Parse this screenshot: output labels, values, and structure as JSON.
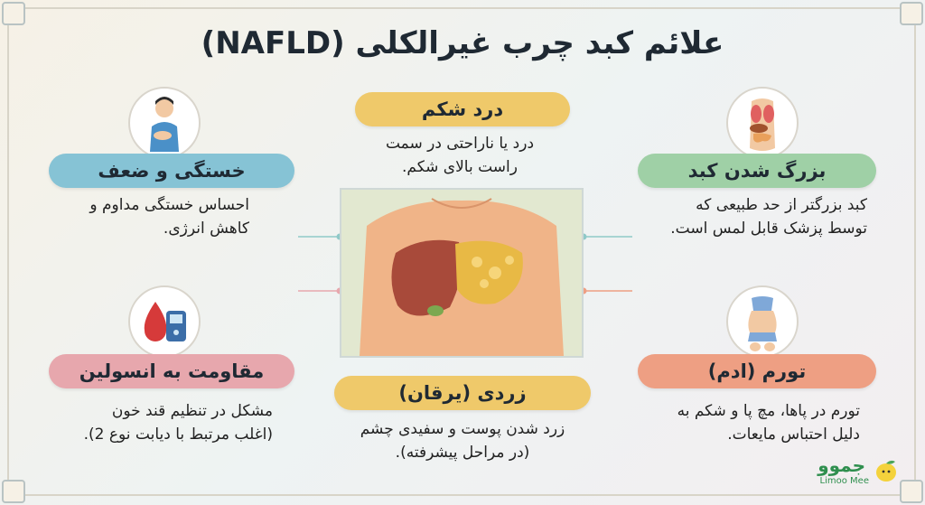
{
  "title": "علائم کبد چرب غیرالکلی (NAFLD)",
  "colors": {
    "teal": "#8fc9c8",
    "blue_pill": "#86c3d5",
    "gold": "#efc96a",
    "rose": "#e7a7ad",
    "salmon": "#ee9f83",
    "green_pill": "#9fd0a6"
  },
  "symptoms": {
    "fatigue": {
      "title": "خستگی و ضعف",
      "line1": "احساس خستگی مداوم و",
      "line2": "کاهش انرژی.",
      "icon": "tired-person-icon"
    },
    "abdominal_pain": {
      "title": "درد شکم",
      "line1": "درد یا ناراحتی در سمت",
      "line2": "راست بالای شکم.",
      "icon": "none"
    },
    "enlarged_liver": {
      "title": "بزرگ شدن کبد",
      "line1": "کبد بزرگتر از حد طبیعی که",
      "line2": "توسط پزشک قابل لمس است.",
      "icon": "organs-icon"
    },
    "insulin_resistance": {
      "title": "مقاومت به انسولین",
      "line1": "مشکل در تنظیم قند خون",
      "line2": "(اغلب مرتبط با دیابت نوع 2).",
      "icon": "blood-glucose-meter-icon"
    },
    "jaundice": {
      "title": "زردی (یرقان)",
      "line1": "زرد شدن پوست و سفیدی چشم",
      "line2": "(در مراحل پیشرفته).",
      "icon": "none"
    },
    "edema": {
      "title": "تورم (ادم)",
      "line1": "تورم در پاها، مچ پا و شکم به",
      "line2": "دلیل احتباس مایعات.",
      "icon": "swollen-body-icon"
    }
  },
  "logo": {
    "name": "جموو",
    "sub": "Limoo Mee"
  }
}
